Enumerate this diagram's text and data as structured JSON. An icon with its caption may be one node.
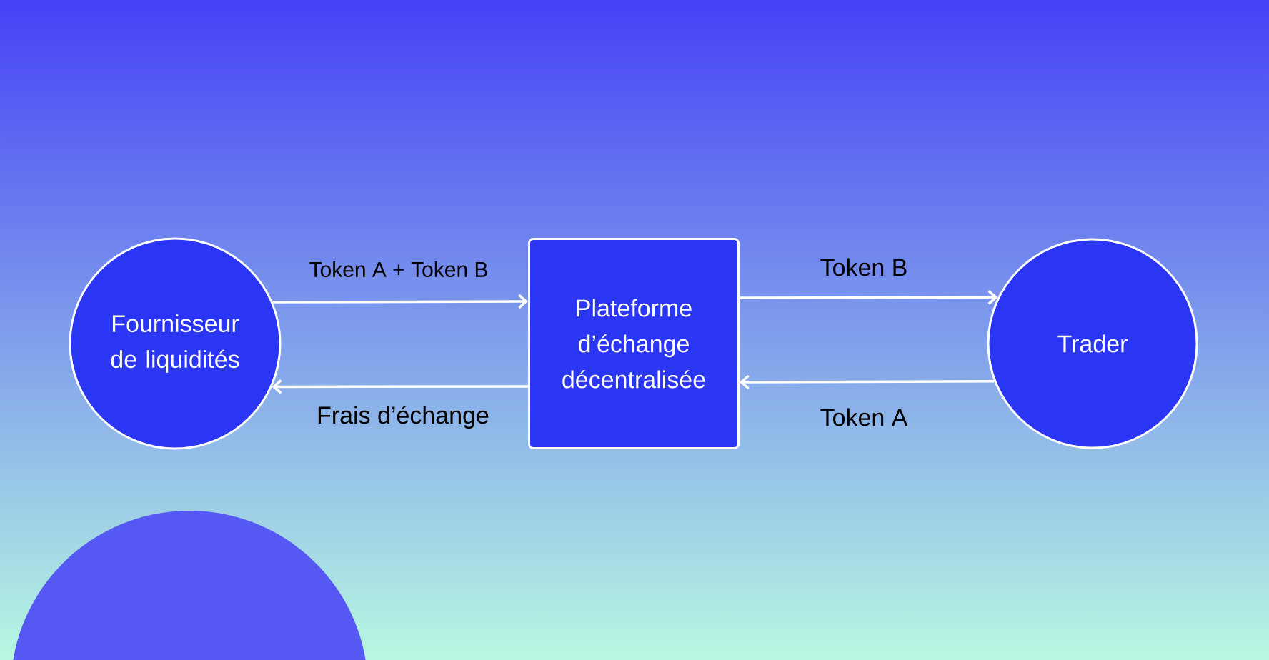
{
  "diagram": {
    "nodes": [
      {
        "text": [
          "Fournisseur de liquidités"
        ]
      },
      {
        "text": [
          "Plateforme d’échange décentralisée"
        ]
      },
      {
        "text": [
          "Trader"
        ]
      }
    ],
    "edges": [
      {
        "from": 0,
        "to": 1,
        "arrow": "to",
        "label": "Token A + Token B"
      },
      {
        "from": 1,
        "to": 0,
        "arrow": "to",
        "label": "Frais d’échange"
      },
      {
        "from": 1,
        "to": 2,
        "arrow": "to",
        "label": "Token B"
      },
      {
        "from": 2,
        "to": 1,
        "arrow": "to",
        "label": "Token A"
      }
    ]
  }
}
